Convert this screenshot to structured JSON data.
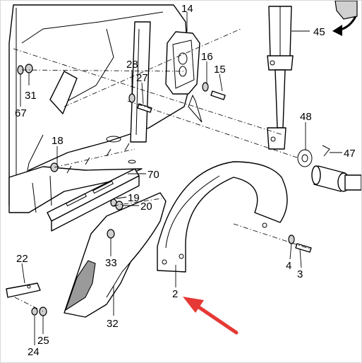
{
  "callouts": [
    {
      "id": "c14",
      "text": "14"
    },
    {
      "id": "c45",
      "text": "45"
    },
    {
      "id": "c16",
      "text": "16"
    },
    {
      "id": "c15",
      "text": "15"
    },
    {
      "id": "c28",
      "text": "28"
    },
    {
      "id": "c27",
      "text": "27"
    },
    {
      "id": "c31",
      "text": "31"
    },
    {
      "id": "c67",
      "text": "67"
    },
    {
      "id": "c48",
      "text": "48"
    },
    {
      "id": "c47",
      "text": "47"
    },
    {
      "id": "c18",
      "text": "18"
    },
    {
      "id": "c70",
      "text": "70"
    },
    {
      "id": "c19",
      "text": "19"
    },
    {
      "id": "c20",
      "text": "20"
    },
    {
      "id": "c33",
      "text": "33"
    },
    {
      "id": "c22",
      "text": "22"
    },
    {
      "id": "c4",
      "text": "4"
    },
    {
      "id": "c3",
      "text": "3"
    },
    {
      "id": "c2",
      "text": "2"
    },
    {
      "id": "c32",
      "text": "32"
    },
    {
      "id": "c25",
      "text": "25"
    },
    {
      "id": "c24",
      "text": "24"
    }
  ],
  "highlight": {
    "target": "2",
    "arrow_color": "#e53935"
  }
}
